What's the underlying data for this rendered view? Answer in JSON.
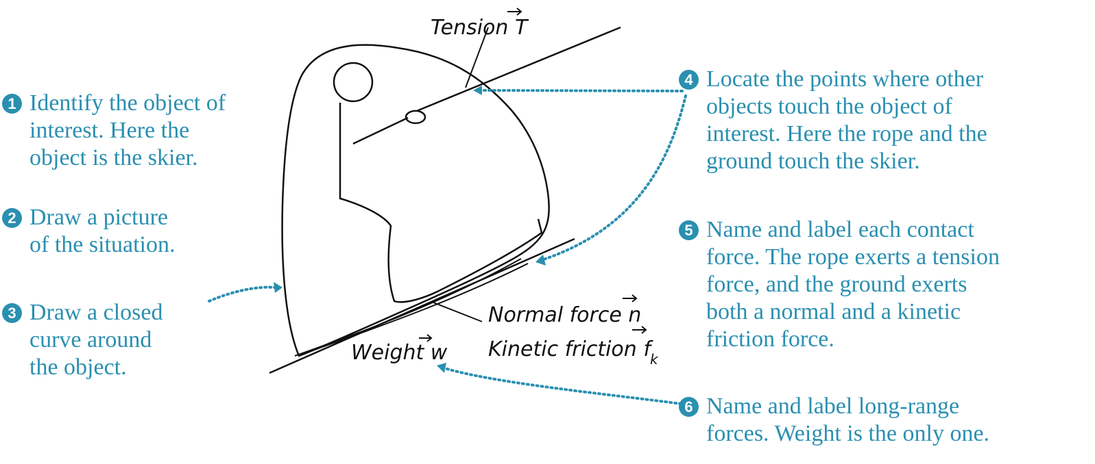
{
  "steps": [
    {
      "num": "1",
      "text": "Identify the object of\ninterest. Here the\nobject is the skier."
    },
    {
      "num": "2",
      "text": "Draw a picture\nof the situation."
    },
    {
      "num": "3",
      "text": "Draw a closed\ncurve around\nthe object."
    },
    {
      "num": "4",
      "text": "Locate the points where other\nobjects touch the object of\ninterest. Here the rope and the\nground touch the skier."
    },
    {
      "num": "5",
      "text": "Name and label each contact\nforce. The rope exerts a tension\nforce, and the ground exerts\nboth a normal and a kinetic\nfriction force."
    },
    {
      "num": "6",
      "text": "Name and label long-range\nforces. Weight is the only one."
    }
  ],
  "labels": {
    "tension": "Tension T",
    "normal": "Normal force n",
    "friction": "Kinetic friction f",
    "friction_sub": "k",
    "weight": "Weight w"
  },
  "colors": {
    "accent": "#2a8fb0",
    "ink": "#111111"
  }
}
